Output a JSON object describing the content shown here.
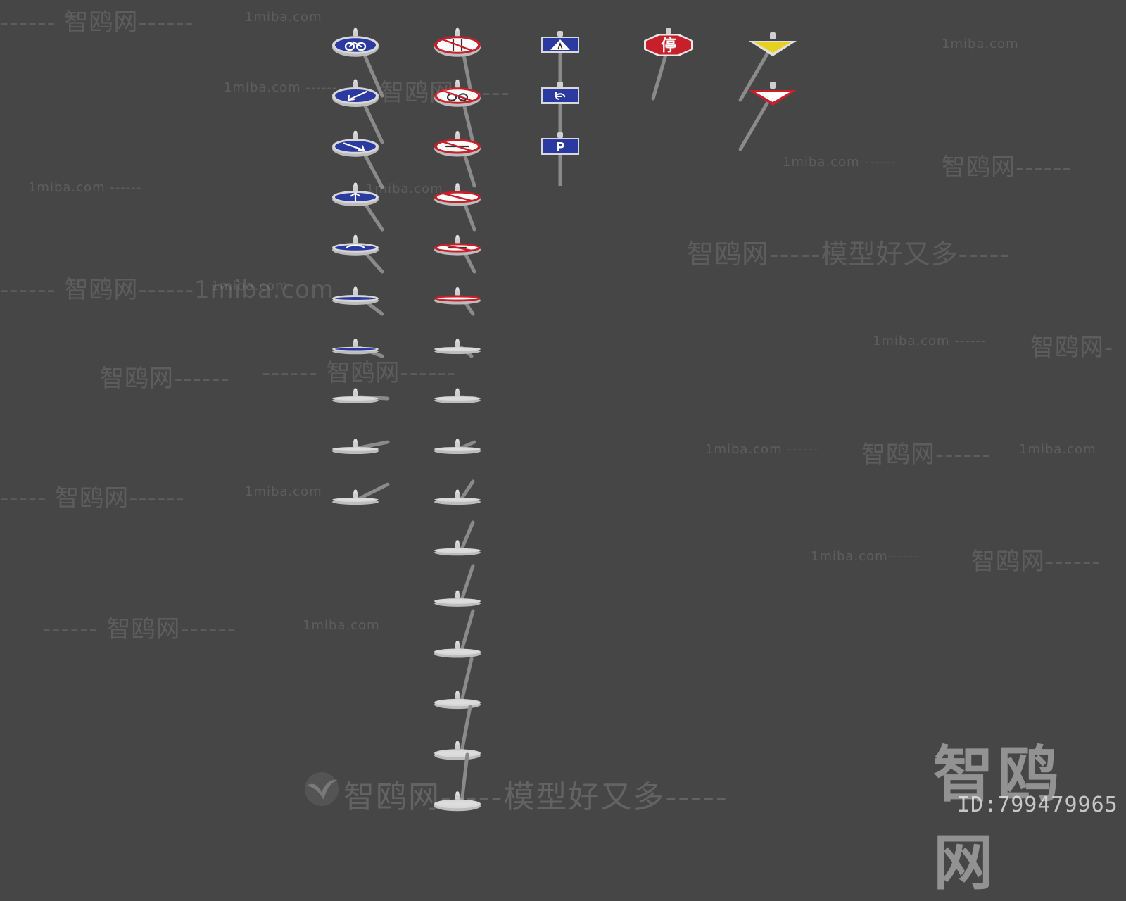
{
  "watermarks": [
    {
      "kind": "cn",
      "text": "------ 智鸥网------"
    },
    {
      "kind": "url",
      "text": "1miba.com"
    },
    {
      "kind": "url",
      "text": "1miba.com ------"
    },
    {
      "kind": "cn",
      "text": "智鸥网------"
    },
    {
      "kind": "url",
      "text": "1miba.com ------"
    },
    {
      "kind": "cn",
      "text": "智鸥网------"
    },
    {
      "kind": "url",
      "text": "1miba.com"
    },
    {
      "kind": "cn",
      "text": "------ 智鸥网------1miba.com"
    },
    {
      "kind": "url",
      "text": "1miba.com"
    },
    {
      "kind": "big",
      "text": "智鸥网-----模型好又多-----"
    },
    {
      "kind": "cn",
      "text": "----- 智鸥网------"
    },
    {
      "kind": "url",
      "text": "1miba.com"
    },
    {
      "kind": "url",
      "text": "1miba.com ------"
    },
    {
      "kind": "cn",
      "text": "智鸥网-"
    },
    {
      "kind": "url",
      "text": "1miba.com ------"
    },
    {
      "kind": "cn",
      "text": "智鸥网------"
    },
    {
      "kind": "url",
      "text": "1miba.com------"
    },
    {
      "kind": "cn",
      "text": "智鸥网------"
    },
    {
      "kind": "url",
      "text": "1miba.com"
    },
    {
      "kind": "cn",
      "text": "------ 智鸥网------"
    },
    {
      "kind": "url",
      "text": "1miba.com"
    },
    {
      "kind": "url",
      "text": "1miba.com ------"
    },
    {
      "kind": "cn",
      "text": "智鸥网------"
    },
    {
      "kind": "cn",
      "text": "------ 智鸥网------"
    },
    {
      "kind": "url",
      "text": "1miba.com"
    }
  ],
  "bottom_slogan": "智鸥网-----模型好又多-----",
  "brand": {
    "logo_text": "智鸥网",
    "id_text": "ID:799479965"
  },
  "colors": {
    "background": "#464646",
    "sign_blue": "#2a3aa0",
    "sign_red": "#c8202a",
    "sign_yellow": "#e8d020",
    "rim": "#d8d8d8",
    "pole": "#8a8a8a"
  },
  "signs": {
    "column_1": [
      "bicycle-lane",
      "turn-left-down",
      "turn-right-down",
      "straight-ahead",
      "roundabout",
      "blank-blue",
      "blank-blue",
      "blank",
      "blank",
      "blank"
    ],
    "column_2": [
      "no-two-way-traffic",
      "no-bicycle",
      "no-entry-vehicle",
      "no-vehicles",
      "no-motor",
      "no-motor",
      "blank",
      "blank",
      "blank",
      "blank",
      "blank",
      "blank",
      "blank",
      "blank",
      "blank",
      "blank"
    ],
    "column_3": [
      "pedestrian-crossing",
      "accessible",
      "parking"
    ],
    "column_4": [
      "stop"
    ],
    "column_4_text": "停",
    "column_3_parking_text": "P",
    "column_5": [
      "warning-yellow",
      "yield-triangle"
    ]
  }
}
